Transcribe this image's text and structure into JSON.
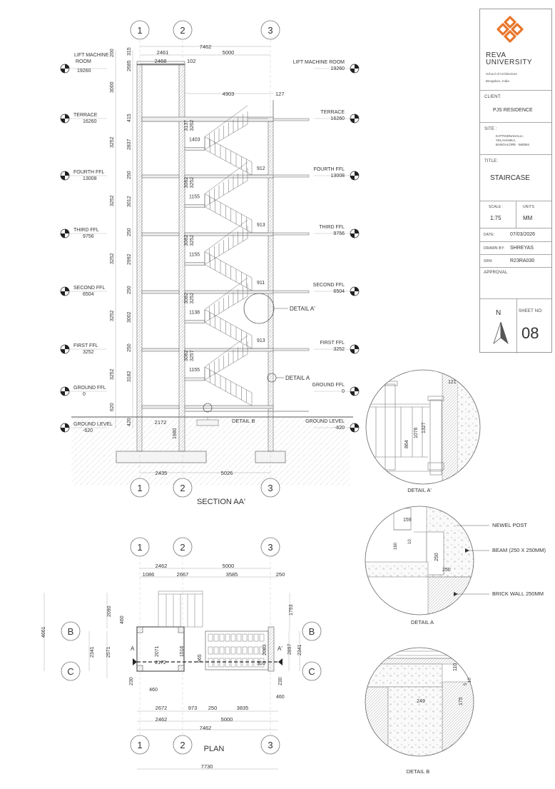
{
  "title_block": {
    "university": [
      "REVA",
      "UNIVERSITY"
    ],
    "school": "School of Architecture",
    "city": "Bengaluru, India",
    "client_label": "CLIENT:",
    "client": "PJS RESIDENCE",
    "site_label": "SITE :",
    "site_lines": [
      "KATTIGENAHALLI,",
      "YELAHANKA,",
      "BANGALORE - 560064"
    ],
    "title_label": "TITLE:",
    "title": "STAIRCASE",
    "scale_label": "SCALE :",
    "scale": "1:75",
    "units_label": "UNITS",
    "units": "MM",
    "date_label": "DATE:",
    "date": "07/03/2026",
    "drawn_label": "DRAWN BY:",
    "drawn_by": "SHREYAS",
    "srn_label": "SRN:",
    "srn": "R23RA030",
    "approval_label": "APPROVAL",
    "north": "N",
    "sheet_label": "SHEET NO:",
    "sheet_no": "08",
    "logo_color": "#e8762b"
  },
  "section": {
    "caption": "SECTION AA'",
    "grids": [
      "1",
      "2",
      "3"
    ],
    "top_dims": [
      "2461",
      "7462",
      "5000",
      "2468",
      "102",
      "4903",
      "127"
    ],
    "bottom_dims": [
      "2435",
      "5026",
      "2172",
      "1980",
      "DETAIL B"
    ],
    "levels_left": [
      {
        "name": "LIFT MACHINE",
        "name2": "ROOM",
        "value": "19260"
      },
      {
        "name": "TERRACE",
        "value": "16260"
      },
      {
        "name": "FOURTH FFL",
        "value": "13008"
      },
      {
        "name": "THIRD FFL",
        "value": "9756"
      },
      {
        "name": "SECOND FFL",
        "value": "6504"
      },
      {
        "name": "FIRST FFL",
        "value": "3252"
      },
      {
        "name": "GROUND FFL",
        "value": "0"
      },
      {
        "name": "GROUND LEVEL",
        "value": "-620"
      }
    ],
    "levels_right": [
      {
        "name": "LIFT MACHINE ROOM",
        "value": "19260"
      },
      {
        "name": "TERRACE",
        "value": "16260"
      },
      {
        "name": "FOURTH FFL",
        "value": "13008"
      },
      {
        "name": "THIRD FFL",
        "value": "9756"
      },
      {
        "name": "SECOND FFL",
        "value": "6504"
      },
      {
        "name": "FIRST FFL",
        "value": "3252"
      },
      {
        "name": "GROUND FFL",
        "value": "0"
      },
      {
        "name": "GROUND LEVEL",
        "value": "-620"
      }
    ],
    "vert_dims_outer": [
      "200",
      "3000",
      "3252",
      "3252",
      "3252",
      "3252",
      "3252",
      "620"
    ],
    "vert_dims_inner": [
      "315",
      "2685",
      "415",
      "2837",
      "250",
      "3012",
      "250",
      "2992",
      "250",
      "3002",
      "250",
      "3182",
      "420"
    ],
    "flight_dims": [
      {
        "a": "3137",
        "b": "3262",
        "land": "1403",
        "right": "912"
      },
      {
        "a": "3082",
        "b": "3252",
        "land": "1155",
        "right": "913"
      },
      {
        "a": "3082",
        "b": "3252",
        "land": "1155",
        "right": "911"
      },
      {
        "a": "3082",
        "b": "3252",
        "land": "1138",
        "right": "913"
      },
      {
        "a": "3082",
        "b": "3257",
        "land": "1155",
        "right": ""
      }
    ],
    "callouts": [
      "DETAIL A'",
      "DETAIL A"
    ]
  },
  "plan": {
    "caption": "PLAN",
    "grids_cols": [
      "1",
      "2",
      "3"
    ],
    "grids_rows": [
      "B",
      "C"
    ],
    "top_dims": [
      "2462",
      "5000",
      "1086",
      "2667",
      "3585",
      "250"
    ],
    "side_dims": [
      "4661",
      "2090",
      "460",
      "2341",
      "2571",
      "230",
      "1793",
      "2897",
      "2341",
      "230",
      "460"
    ],
    "inner_dims": [
      "2071",
      "1516",
      "2172",
      "965",
      "2083",
      "310",
      "460"
    ],
    "section_marks": [
      "A",
      "A'"
    ],
    "bottom_dims": [
      "2672",
      "973",
      "250",
      "3835",
      "2462",
      "5000",
      "7462",
      "7730"
    ]
  },
  "detail_a_prime": {
    "label": "DETAIL A'",
    "dims": [
      "121",
      "864",
      "1076",
      "1327"
    ]
  },
  "detail_a": {
    "label": "DETAIL A",
    "dims": [
      "159",
      "10",
      "160",
      "250",
      "250"
    ],
    "notes": [
      "NEWEL POST",
      "BEAM (250 X 250MM)",
      "BRICK WALL 250MM"
    ]
  },
  "detail_b": {
    "label": "DETAIL B",
    "dims": [
      "110",
      "5",
      "10",
      "249",
      "175"
    ]
  }
}
